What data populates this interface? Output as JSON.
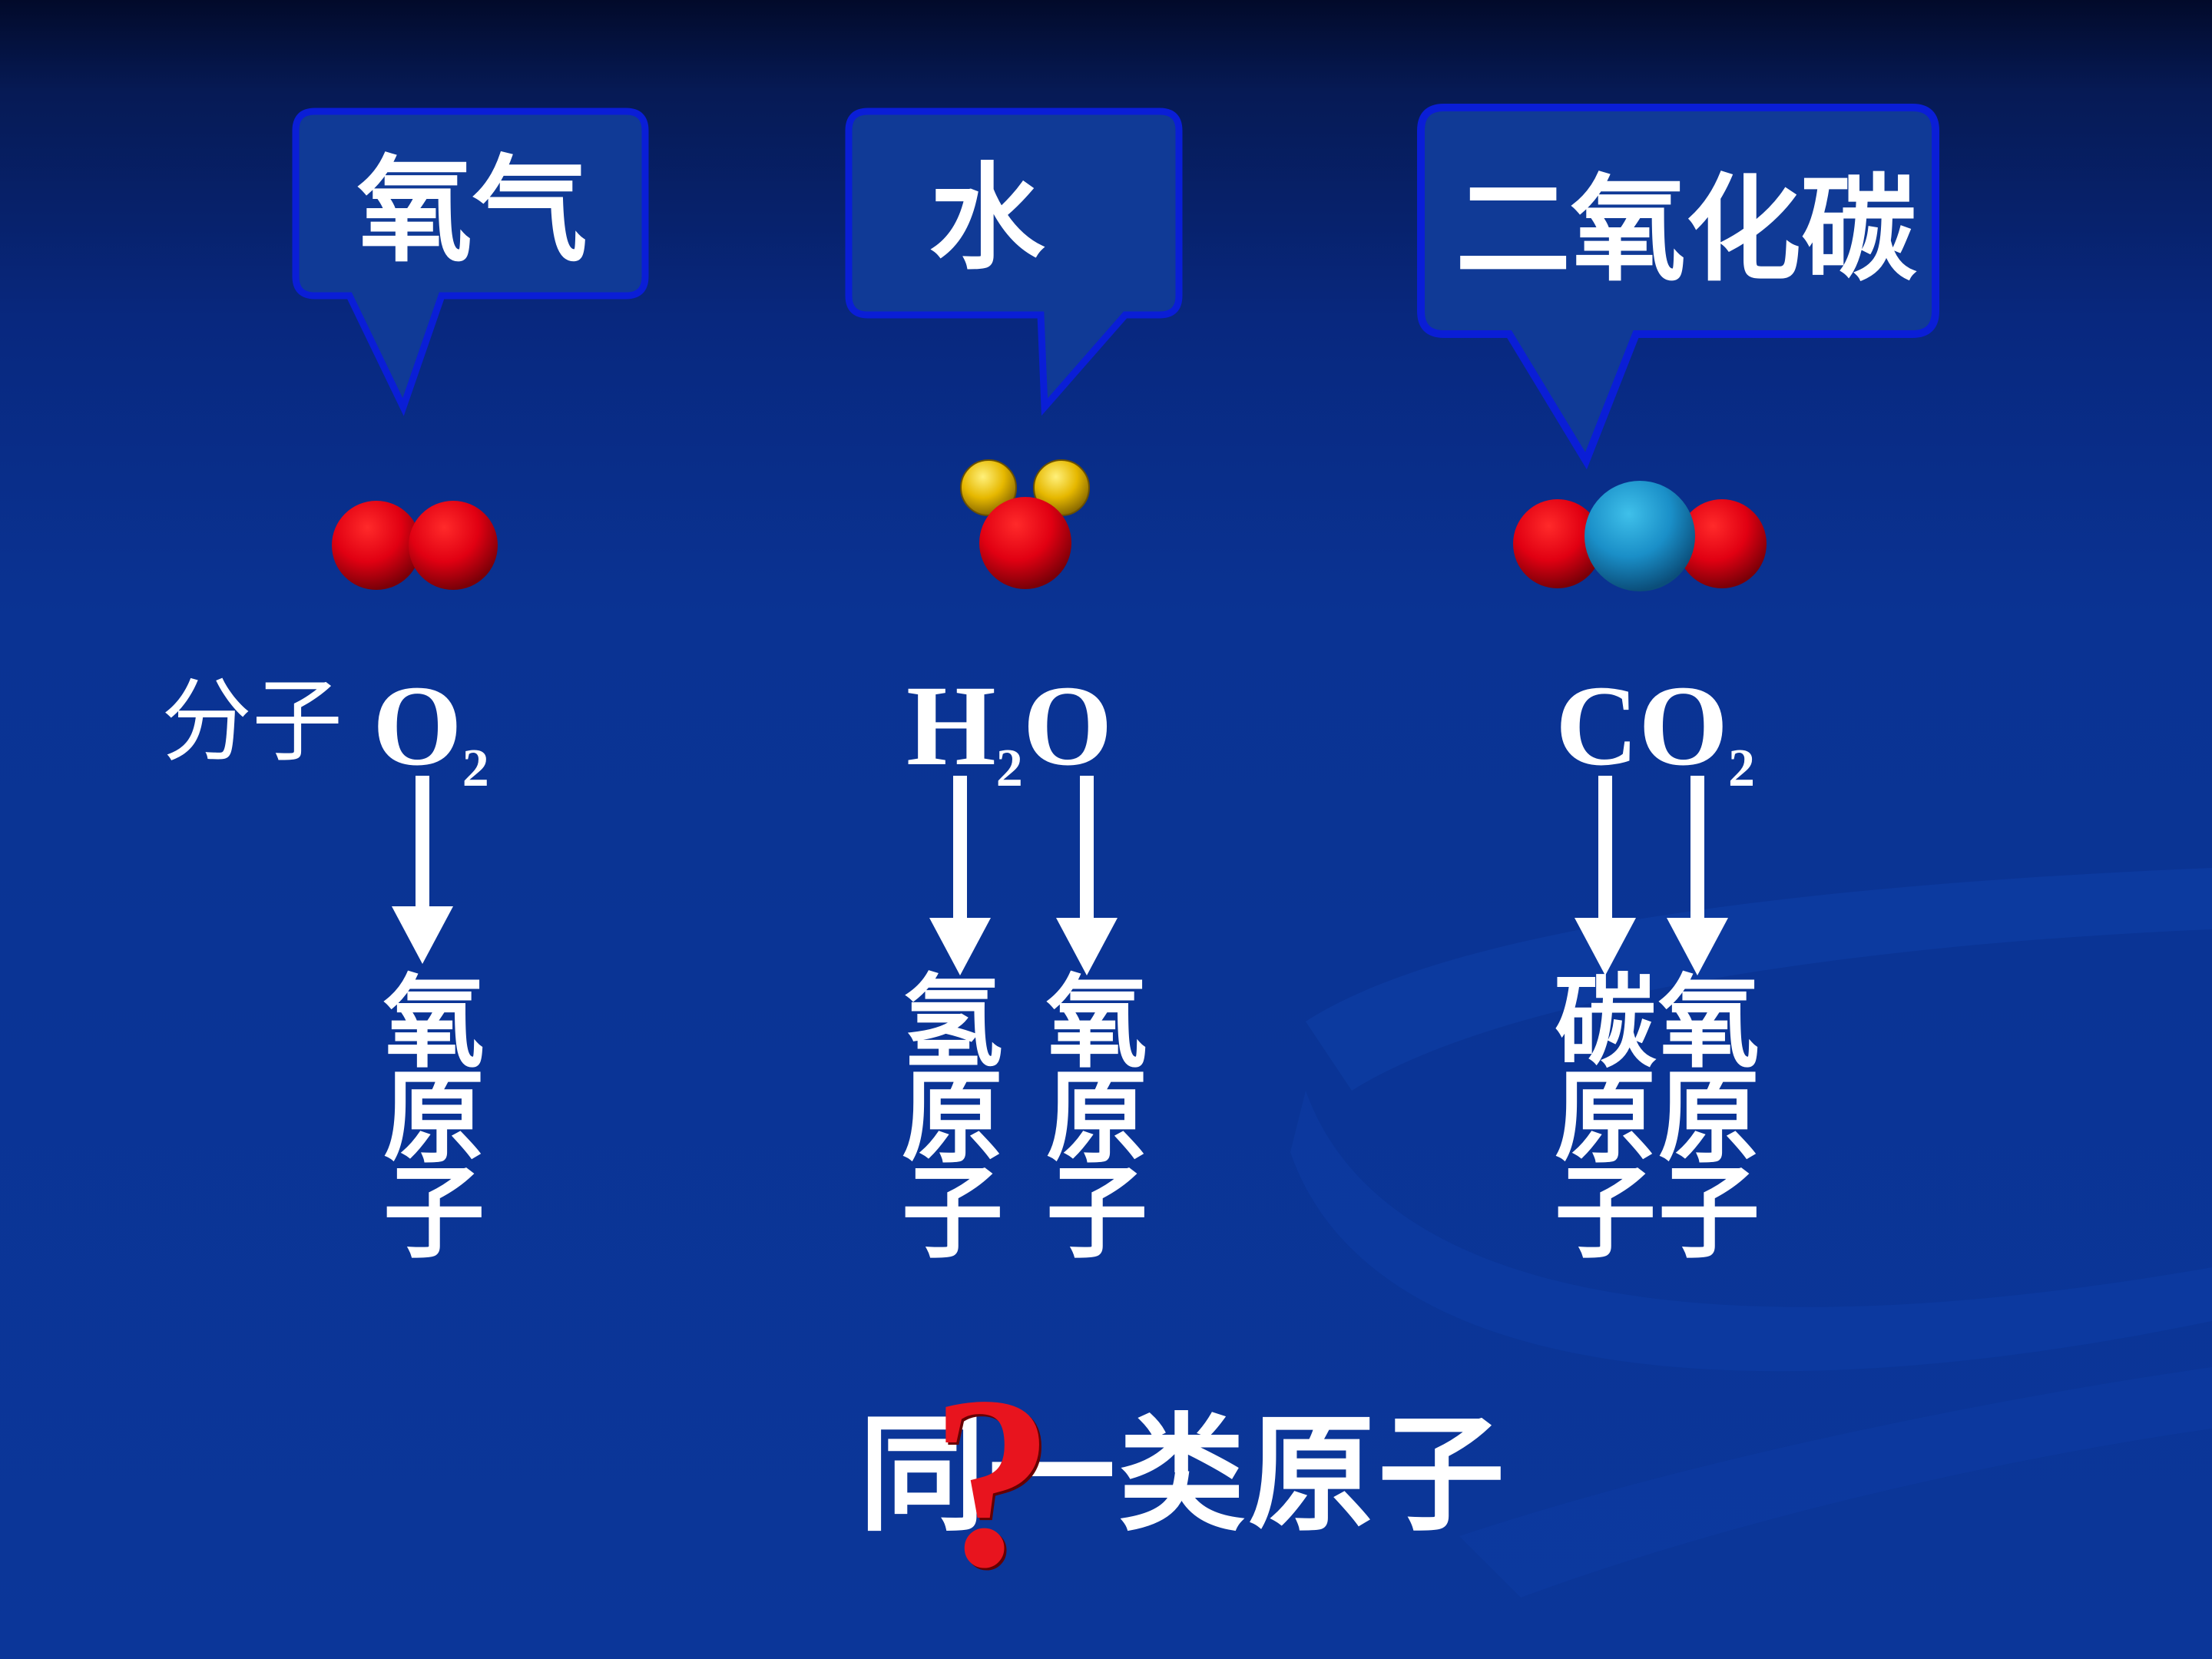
{
  "colors": {
    "background": "#0b3699",
    "bubble_fill": "#103a96",
    "bubble_border": "#0a1ed6",
    "oxygen_atom": "#e10012",
    "hydrogen_atom": "#e6b800",
    "carbon_atom": "#1a8fc8",
    "question_mark": "#e8141e"
  },
  "bubbles": {
    "oxygen": "氧气",
    "water": "水",
    "co2": "二氧化碳"
  },
  "formulas": {
    "prefix": "分子",
    "o2": {
      "main": "O",
      "sub": "2"
    },
    "h2o": {
      "h": "H",
      "sub": "2",
      "o": "O"
    },
    "co2": {
      "main": "CO",
      "sub": "2"
    }
  },
  "labels": {
    "oxygen_atom_1": [
      "氧",
      "原",
      "子"
    ],
    "hydrogen_atom": [
      "氢",
      "原",
      "子"
    ],
    "oxygen_atom_2": [
      "氧",
      "原",
      "子"
    ],
    "carbon_atom": [
      "碳",
      "原",
      "子"
    ],
    "oxygen_atom_3": [
      "氧",
      "原",
      "子"
    ]
  },
  "bottom": {
    "text": "同一类原子",
    "question": "?"
  },
  "icons": [
    "speech-bubble",
    "molecule-o2",
    "molecule-h2o",
    "molecule-co2",
    "down-arrow"
  ]
}
